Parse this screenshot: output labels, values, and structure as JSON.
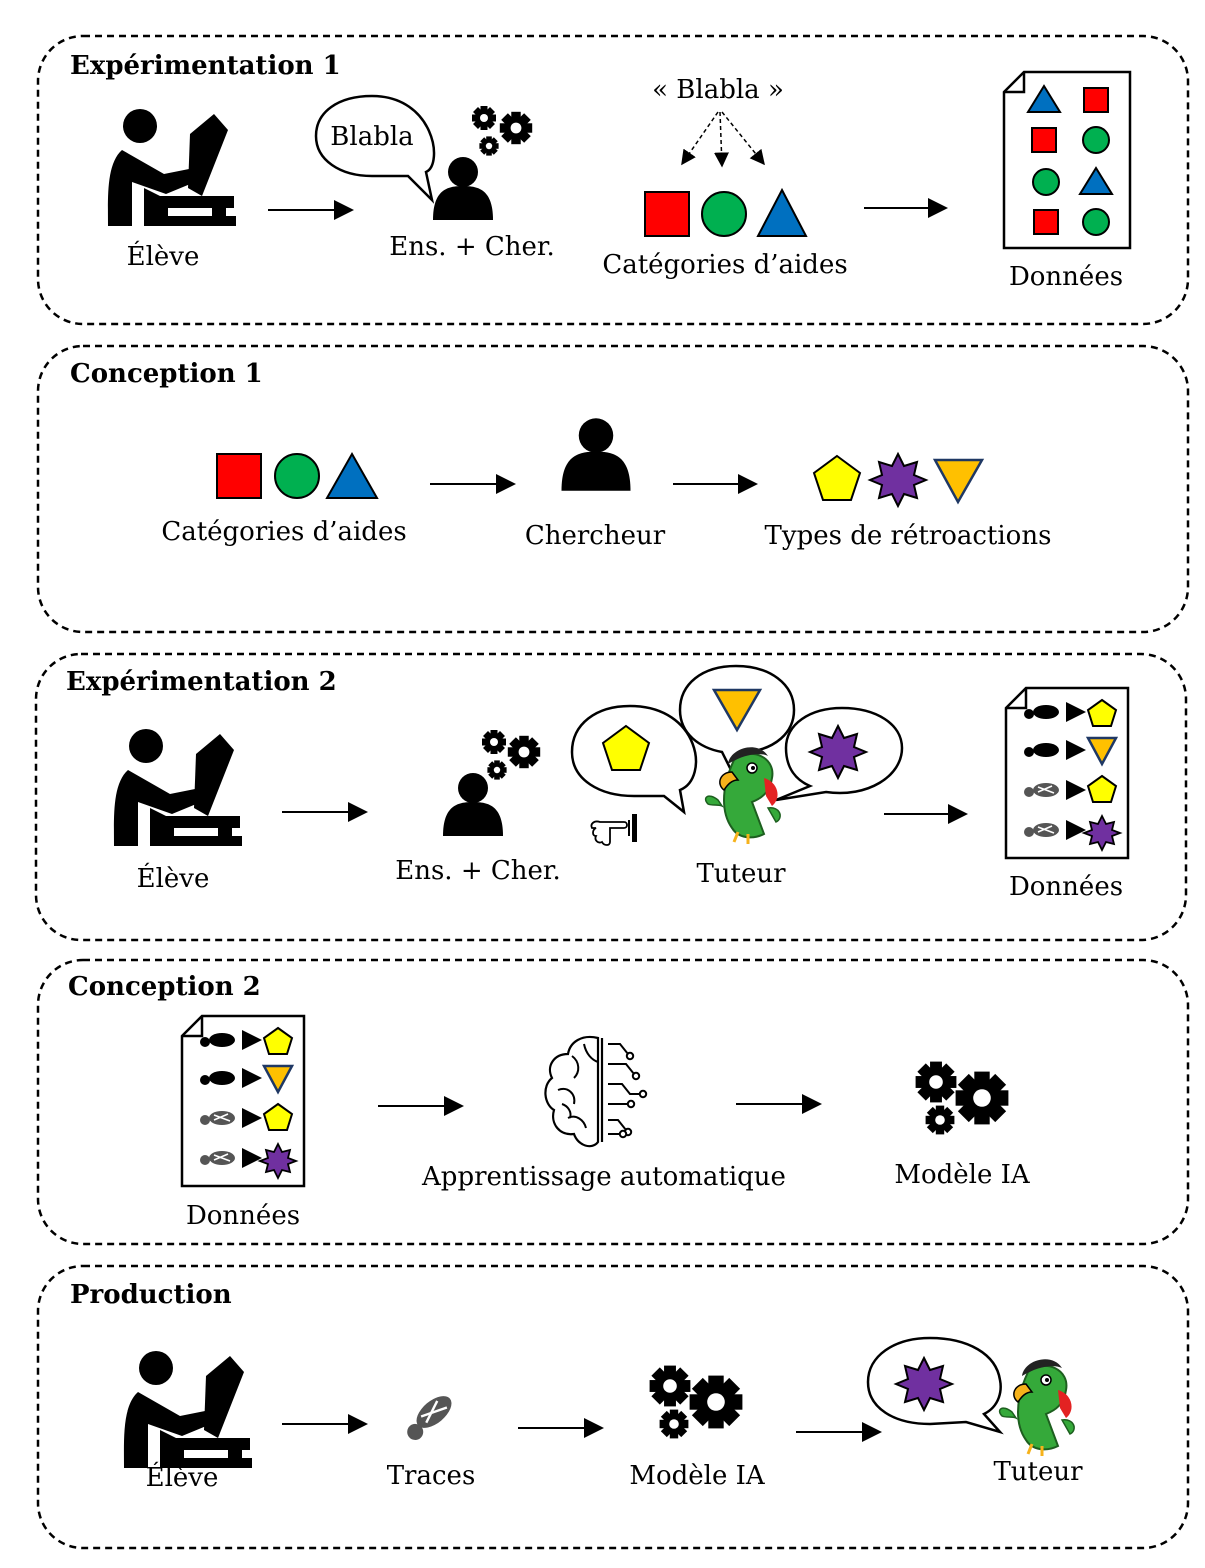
{
  "colors": {
    "red": "#ff0000",
    "green": "#00b050",
    "blue": "#0070c0",
    "yellow": "#ffff00",
    "purple": "#7030a0",
    "orange": "#ffc000"
  },
  "exp1": {
    "title": "Expérimentation 1",
    "eleve": "Élève",
    "bubble": "Blabla",
    "ens": "Ens. + Cher.",
    "quote": "« Blabla »",
    "categories": "Catégories d’aides",
    "donnees": "Données"
  },
  "conc1": {
    "title": "Conception 1",
    "categories": "Catégories d’aides",
    "chercheur": "Chercheur",
    "types": "Types de rétroactions"
  },
  "exp2": {
    "title": "Expérimentation 2",
    "eleve": "Élève",
    "ens": "Ens. + Cher.",
    "tuteur": "Tuteur",
    "donnees": "Données"
  },
  "conc2": {
    "title": "Conception 2",
    "donnees": "Données",
    "apprentissage": "Apprentissage automatique",
    "modele": "Modèle IA"
  },
  "prod": {
    "title": "Production",
    "eleve": "Élève",
    "traces": "Traces",
    "modele": "Modèle IA",
    "tuteur": "Tuteur"
  }
}
